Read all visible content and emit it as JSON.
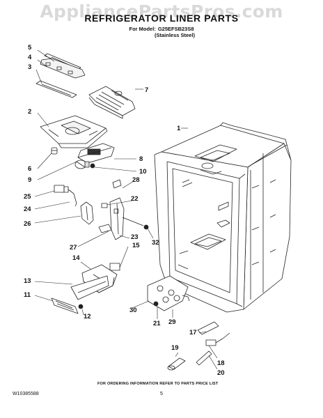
{
  "watermark": "AppliancePartsPros.com",
  "header": {
    "title": "REFRIGERATOR LINER PARTS",
    "model_label": "For Model:",
    "model_number": "G25EFSB23S8",
    "finish": "(Stainless Steel)"
  },
  "callouts": {
    "c1": "1",
    "c2": "2",
    "c3": "3",
    "c4": "4",
    "c5": "5",
    "c6": "6",
    "c7": "7",
    "c8": "8",
    "c9": "9",
    "c10": "10",
    "c11": "11",
    "c12": "12",
    "c13": "13",
    "c14": "14",
    "c15": "15",
    "c17": "17",
    "c18": "18",
    "c19": "19",
    "c20": "20",
    "c21": "21",
    "c22": "22",
    "c23": "23",
    "c24": "24",
    "c25": "25",
    "c26": "26",
    "c27": "27",
    "c28": "28",
    "c29": "29",
    "c30": "30",
    "c32": "32"
  },
  "footer": {
    "ordering_note": "FOR ORDERING INFORMATION REFER TO PARTS PRICE LIST",
    "document_number": "W10385588",
    "page_number": "5"
  }
}
